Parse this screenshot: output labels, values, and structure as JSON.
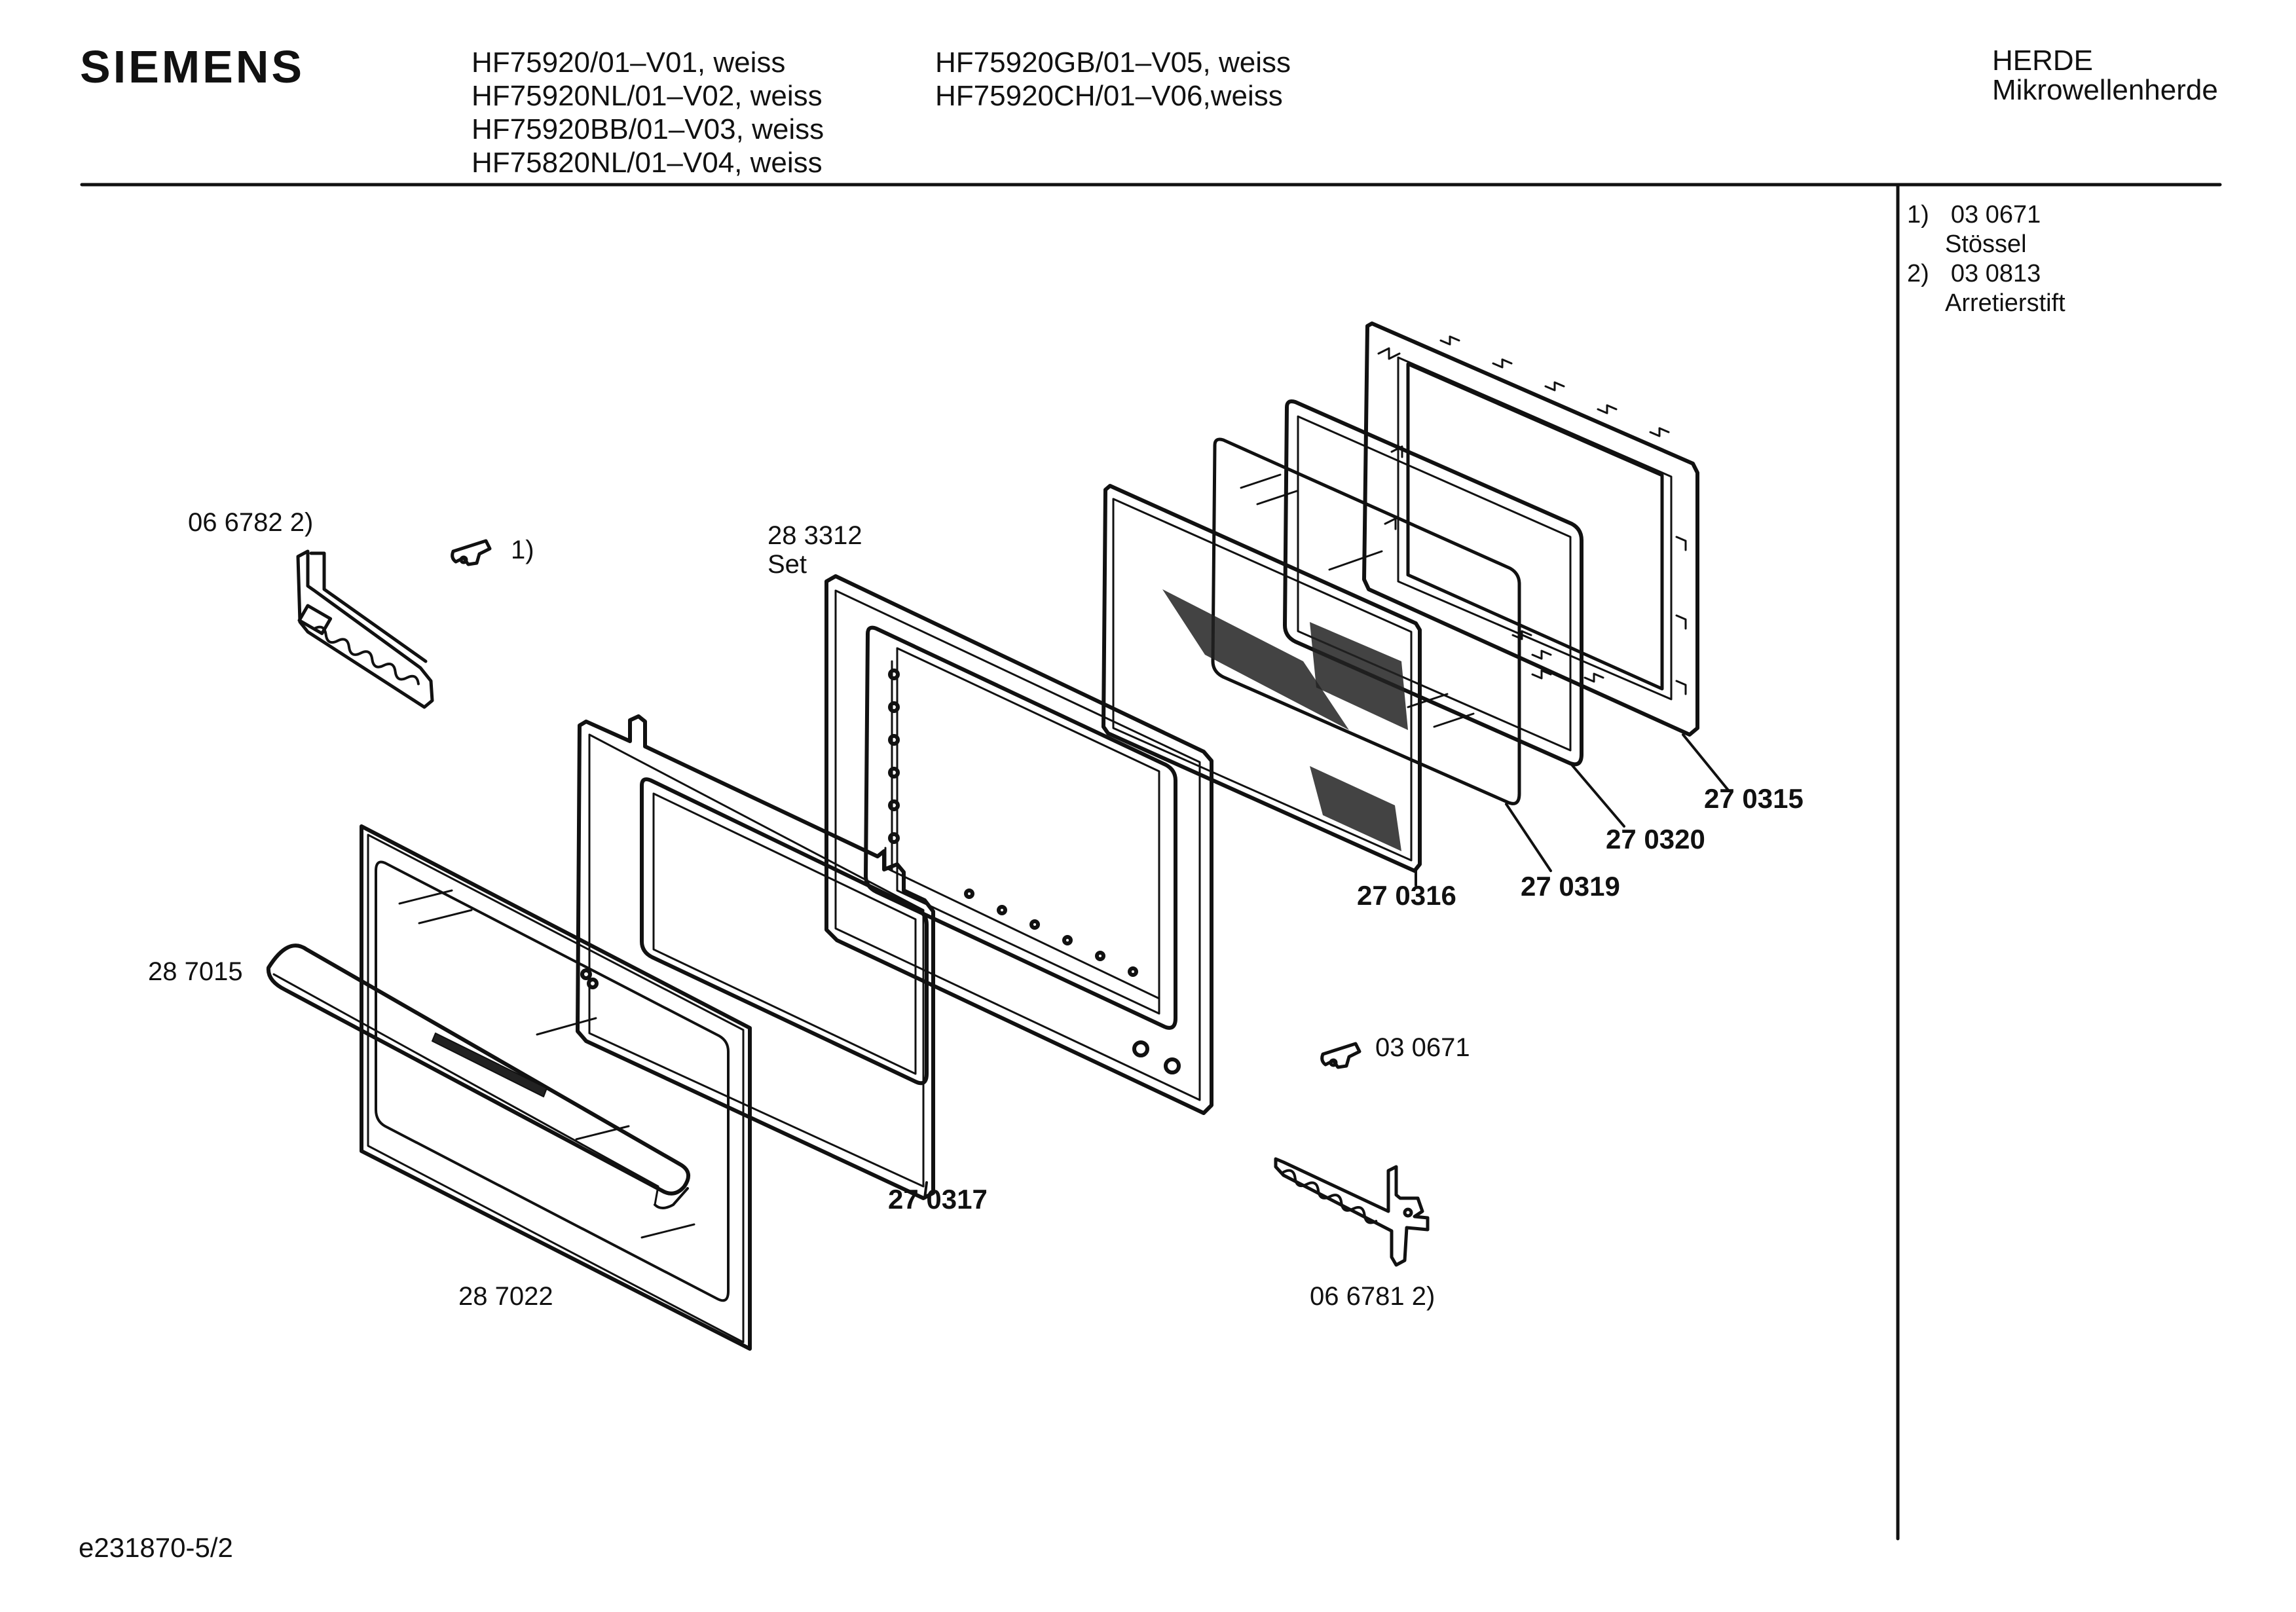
{
  "header": {
    "brand": "SIEMENS",
    "models_col1": [
      "HF75920/01–V01, weiss",
      "HF75920NL/01–V02, weiss",
      "HF75920BB/01–V03, weiss",
      "HF75820NL/01–V04, weiss"
    ],
    "models_col2": [
      "HF75920GB/01–V05, weiss",
      "HF75920CH/01–V06,weiss"
    ],
    "category": [
      "HERDE",
      "Mikrowellenherde"
    ]
  },
  "notes": [
    {
      "index": "1)",
      "part": "03 0671",
      "name": "Stössel"
    },
    {
      "index": "2)",
      "part": "03 0813",
      "name": "Arretierstift"
    }
  ],
  "parts": {
    "hinge_left": "06 6782 2)",
    "pin_left": "1)",
    "frame_set_no": "28 3312",
    "frame_set_word": "Set",
    "handle": "28 7015",
    "outer_door": "28 7022",
    "inner_frame": "27 0317",
    "pin_right": "03 0671",
    "hinge_right": "06 6781 2)",
    "mesh": "27 0316",
    "glass": "27 0319",
    "seal": "27 0320",
    "choke_frame": "27 0315"
  },
  "footer": {
    "code": "e231870-5/2"
  },
  "colors": {
    "ink": "#111111",
    "paper": "#ffffff"
  }
}
